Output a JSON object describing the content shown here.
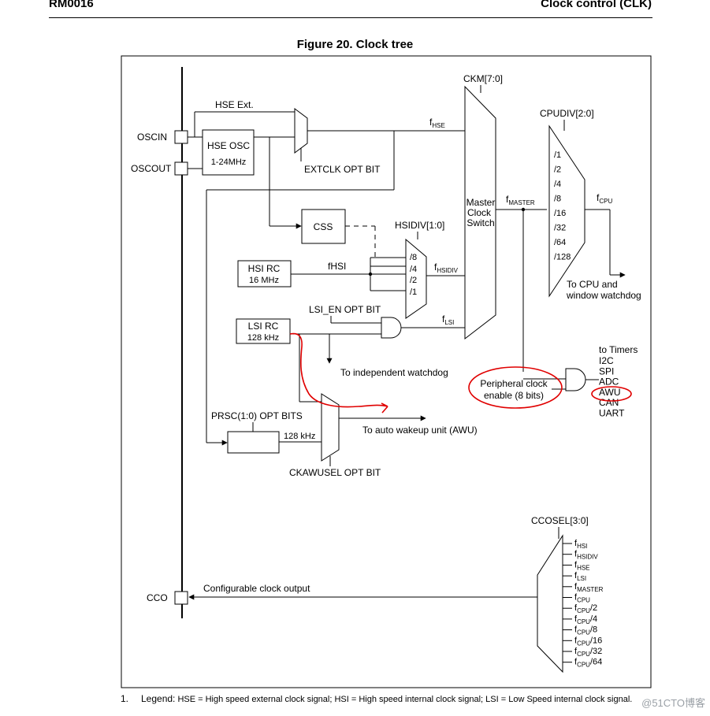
{
  "header": {
    "left": "RM0016",
    "right": "Clock control (CLK)"
  },
  "figure_title": "Figure 20. Clock tree",
  "labels": {
    "oscin": "OSCIN",
    "oscout": "OSCOUT",
    "cco": "CCO",
    "hse_ext": "HSE Ext.",
    "hse_osc_1": "HSE OSC",
    "hse_osc_2": "1-24MHz",
    "extclk": "EXTCLK OPT BIT",
    "f_hse_main": "f",
    "f_hse_sub": "HSE",
    "ckm": "CKM[7:0]",
    "css": "CSS",
    "hsidiv": "HSIDIV[1:0]",
    "hsi_rc_1": "HSI RC",
    "hsi_rc_2": "16 MHz",
    "fhsi": "fHSI",
    "div8": "/8",
    "div4": "/4",
    "div2": "/2",
    "div1": "/1",
    "f_hsidiv_sub": "HSIDIV",
    "mcs_1": "Master",
    "mcs_2": "Clock",
    "mcs_3": "Switch",
    "f_master_sub": "MASTER",
    "cpudiv": "CPUDIV[2:0]",
    "cpu_divs": [
      "/1",
      "/2",
      "/4",
      "/8",
      "/16",
      "/32",
      "/64",
      "/128"
    ],
    "f_cpu_sub": "CPU",
    "to_cpu_1": "To CPU and",
    "to_cpu_2": "window watchdog",
    "lsi_en": "LSI_EN OPT BIT",
    "lsi_rc_1": "LSI RC",
    "lsi_rc_2": "128 kHz",
    "f_lsi_sub": "LSI",
    "to_iwdg": "To independent watchdog",
    "periph_1": "Peripheral clock",
    "periph_2": "enable (8 bits)",
    "to_timers": "to Timers",
    "periphs": [
      "I2C",
      "SPI",
      "ADC",
      "AWU",
      "CAN",
      "UART"
    ],
    "prsc": "PRSC(1:0) OPT BITS",
    "prsc_128k": "128 kHz",
    "to_awu": "To auto wakeup unit (AWU)",
    "ckawusel": "CKAWUSEL OPT BIT",
    "ccosel": "CCOSEL[3:0]",
    "cco_out": "Configurable clock output",
    "cco_inputs": [
      {
        "sub": "HSI",
        "suffix": ""
      },
      {
        "sub": "HSIDIV",
        "suffix": ""
      },
      {
        "sub": "HSE",
        "suffix": ""
      },
      {
        "sub": "LSI",
        "suffix": ""
      },
      {
        "sub": "MASTER",
        "suffix": ""
      },
      {
        "sub": "CPU",
        "suffix": ""
      },
      {
        "sub": "CPU",
        "suffix": "/2"
      },
      {
        "sub": "CPU",
        "suffix": "/4"
      },
      {
        "sub": "CPU",
        "suffix": "/8"
      },
      {
        "sub": "CPU",
        "suffix": "/16"
      },
      {
        "sub": "CPU",
        "suffix": "/32"
      },
      {
        "sub": "CPU",
        "suffix": "/64"
      }
    ]
  },
  "legend": {
    "num": "1.",
    "lead": "Legend:",
    "text": "HSE = High speed external clock signal; HSI = High speed internal clock signal; LSI = Low Speed internal clock signal."
  },
  "watermark": "@51CTO博客",
  "annotation_color": "#e00000"
}
